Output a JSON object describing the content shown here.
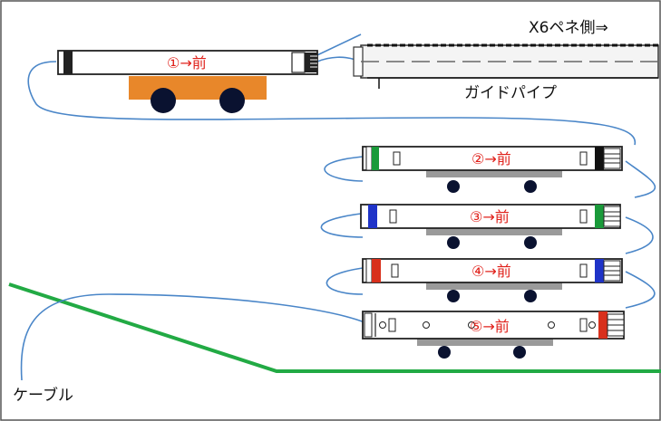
{
  "labels": {
    "direction": "X6ペネ側⇒",
    "guide_pipe": "ガイドパイプ",
    "cable": "ケーブル"
  },
  "units": [
    {
      "label": "①→前",
      "left_band": "#222222",
      "right_band": "#222222",
      "has_cart": true
    },
    {
      "label": "②→前",
      "left_band": "#1a9a3a",
      "right_band": "#111111"
    },
    {
      "label": "③→前",
      "left_band": "#1f33c8",
      "right_band": "#1a9a3a"
    },
    {
      "label": "④→前",
      "left_band": "#d8301c",
      "right_band": "#1f33c8"
    },
    {
      "label": "⑤→前",
      "left_band": "#222222",
      "right_band": "#d8301c"
    }
  ],
  "colors": {
    "label_red": "#e0201a",
    "cable_blue": "#4a86c8",
    "floor_green": "#22aa44",
    "cart_orange": "#e8872a",
    "tray_gray": "#9a9a9a",
    "wheel": "#0a1230"
  }
}
